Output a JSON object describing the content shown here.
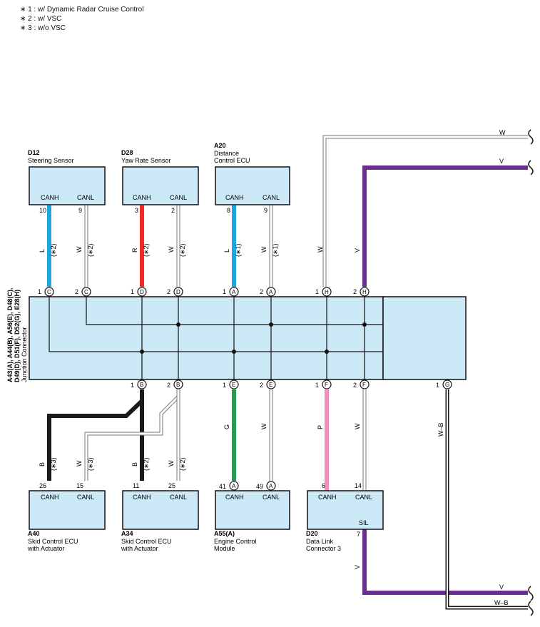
{
  "notes": [
    "∗ 1 : w/ Dynamic Radar Cruise Control",
    "∗ 2 : w/ VSC",
    "∗ 3 : w/o VSC"
  ],
  "junction": {
    "label_line1": "A43(A), A44(B), A56(E), D48(C),",
    "label_line2": "D49(D), D51(F), D52(G), E28(H)",
    "label_line3": "Junction Connector"
  },
  "top_components": [
    {
      "id": "D12",
      "name": [
        "Steering Sensor"
      ],
      "pin_h": "CANH",
      "pin_l": "CANL",
      "num_h": "10",
      "num_l": "9",
      "wire_h": "L",
      "wire_l": "W",
      "note_h": "(∗2)",
      "note_l": "(∗2)",
      "color_h": "#1aa7e6"
    },
    {
      "id": "D28",
      "name": [
        "Yaw Rate Sensor"
      ],
      "pin_h": "CANH",
      "pin_l": "CANL",
      "num_h": "3",
      "num_l": "2",
      "wire_h": "R",
      "wire_l": "W",
      "note_h": "(∗2)",
      "note_l": "(∗2)",
      "color_h": "#ee2a2a"
    },
    {
      "id": "A20",
      "name": [
        "Distance",
        "Control ECU"
      ],
      "pin_h": "CANH",
      "pin_l": "CANL",
      "num_h": "8",
      "num_l": "9",
      "wire_h": "L",
      "wire_l": "W",
      "note_h": "(∗1)",
      "note_l": "(∗1)",
      "color_h": "#1aa7e6"
    }
  ],
  "junction_top_pins": [
    {
      "num": "1",
      "letter": "C"
    },
    {
      "num": "2",
      "letter": "C"
    },
    {
      "num": "1",
      "letter": "D"
    },
    {
      "num": "2",
      "letter": "D"
    },
    {
      "num": "1",
      "letter": "A"
    },
    {
      "num": "2",
      "letter": "A"
    },
    {
      "num": "1",
      "letter": "H"
    },
    {
      "num": "2",
      "letter": "H"
    }
  ],
  "junction_bottom_pins": [
    {
      "num": "1",
      "letter": "B"
    },
    {
      "num": "2",
      "letter": "B"
    },
    {
      "num": "1",
      "letter": "E"
    },
    {
      "num": "2",
      "letter": "E"
    },
    {
      "num": "1",
      "letter": "F"
    },
    {
      "num": "2",
      "letter": "F"
    },
    {
      "num": "1",
      "letter": "G"
    }
  ],
  "top_right_wires": {
    "h_wire": "W",
    "h2_wire": "V",
    "h_label": "W",
    "h2_label": "V"
  },
  "bottom_components": [
    {
      "id": "A40",
      "name": [
        "Skid Control ECU",
        "with Actuator"
      ],
      "pin_h": "CANH",
      "pin_l": "CANL",
      "num_h": "26",
      "num_l": "15",
      "wire_h": "B",
      "wire_l": "W",
      "note_h": "(∗3)",
      "note_l": "(∗3)"
    },
    {
      "id": "A34",
      "name": [
        "Skid Control ECU",
        "with Actuator"
      ],
      "pin_h": "CANH",
      "pin_l": "CANL",
      "num_h": "11",
      "num_l": "25",
      "wire_h": "B",
      "wire_l": "W",
      "note_h": "(∗2)",
      "note_l": "(∗2)"
    },
    {
      "id": "A55(A)",
      "name": [
        "Engine Control",
        "Module"
      ],
      "pin_h": "CANH",
      "pin_l": "CANL",
      "num_h": "41",
      "num_l": "49",
      "letter_h": "A",
      "letter_l": "A",
      "wire_h": "G",
      "wire_l": "W"
    },
    {
      "id": "D20",
      "name": [
        "Data Link",
        "Connector 3"
      ],
      "pin_h": "CANH",
      "pin_l": "CANL",
      "pin_sil": "SIL",
      "num_h": "6",
      "num_l": "14",
      "num_sil": "7",
      "wire_h": "P",
      "wire_l": "W",
      "wire_sil": "V"
    }
  ],
  "ground_wire": "W–B",
  "bottom_right": {
    "v_label": "V",
    "wb_label": "W–B"
  },
  "colors": {
    "box_fill": "#cce9f7",
    "L": "#1aa7e6",
    "R": "#ee2a2a",
    "G": "#1e9e4b",
    "P": "#ef8fbf",
    "V": "#6b2d8f",
    "B": "#1a1a1a",
    "W": "#ffffff"
  }
}
